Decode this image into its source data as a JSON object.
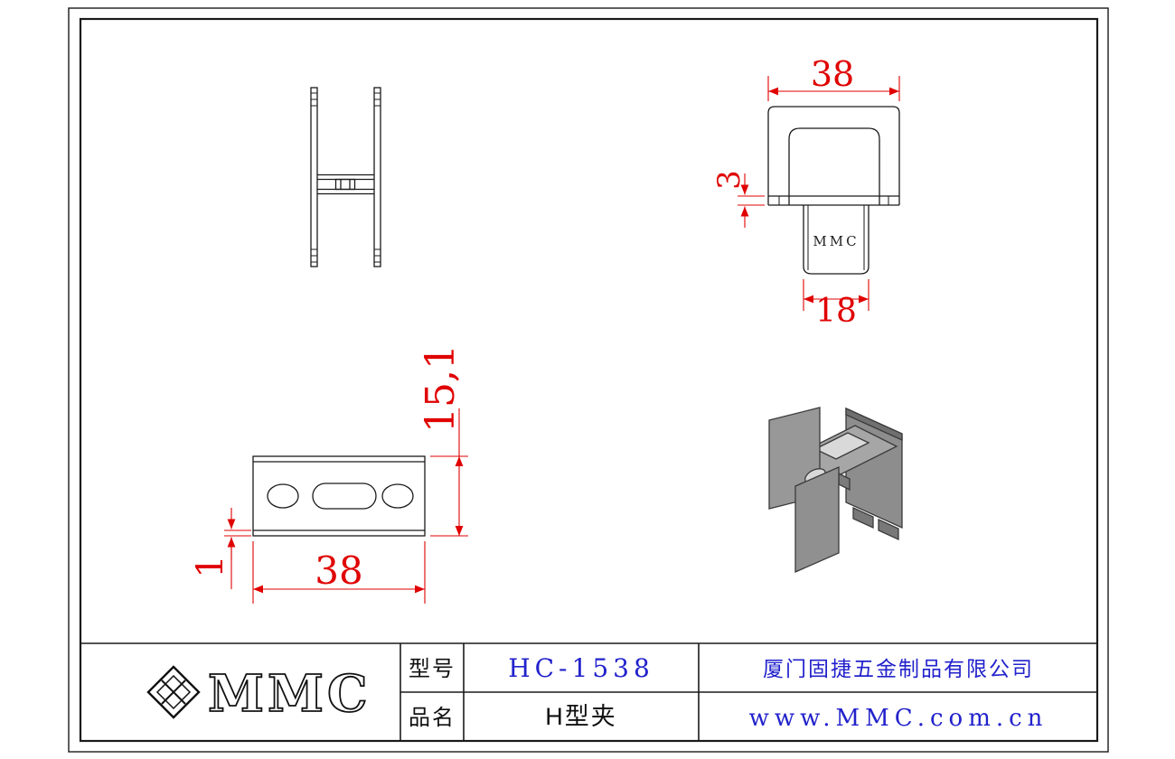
{
  "drawing": {
    "stamp": "MMC",
    "dims": {
      "channel_width": "38",
      "base_thickness": "3",
      "tab_width": "18",
      "plate_depth": "15,1",
      "plate_thickness": "1",
      "plate_width": "38"
    }
  },
  "title_block": {
    "logo_text": "MMC",
    "model_label": "型号",
    "model_value": "HC-1538",
    "product_label": "品名",
    "product_value": "H型夹",
    "company": "厦门固捷五金制品有限公司",
    "website": "www.MMC.com.cn"
  },
  "colors": {
    "dimension_red": "#e00000",
    "text_blue": "#2222cc",
    "line_black": "#1a1a1a",
    "iso_gray": "#909090"
  }
}
